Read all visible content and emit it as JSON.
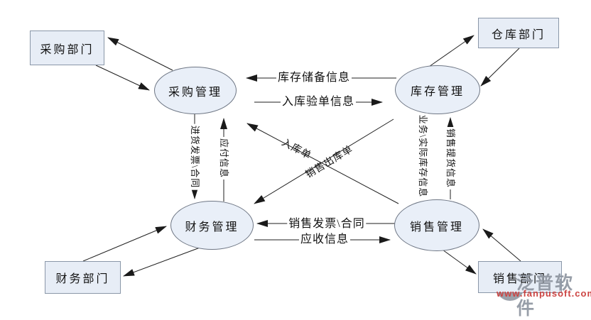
{
  "diagram": {
    "type": "data-flow-diagram",
    "external_entities": [
      {
        "id": "purchasing-dept",
        "label": "采购部门"
      },
      {
        "id": "warehouse-dept",
        "label": "仓库部门"
      },
      {
        "id": "finance-dept",
        "label": "财务部门"
      },
      {
        "id": "sales-dept",
        "label": "销售部门"
      }
    ],
    "processes": [
      {
        "id": "purchasing-mgmt",
        "label": "采购管理"
      },
      {
        "id": "inventory-mgmt",
        "label": "库存管理"
      },
      {
        "id": "finance-mgmt",
        "label": "财务管理"
      },
      {
        "id": "sales-mgmt",
        "label": "销售管理"
      }
    ],
    "flows": [
      {
        "from": "库存管理",
        "to": "采购管理",
        "label": "库存储备信息"
      },
      {
        "from": "采购管理",
        "to": "库存管理",
        "label": "入库验单信息"
      },
      {
        "from": "采购管理",
        "to": "财务管理",
        "label": "进货发票\\合同"
      },
      {
        "from": "财务管理",
        "to": "采购管理",
        "label": "应付信息"
      },
      {
        "from": "库存管理",
        "to": "销售管理",
        "label": "业务\\实际库存信息"
      },
      {
        "from": "销售管理",
        "to": "库存管理",
        "label": "销售提货信息"
      },
      {
        "from": "销售管理",
        "to": "采购管理",
        "label": "入库单"
      },
      {
        "from": "库存管理",
        "to": "财务管理",
        "label": "销售出库单"
      },
      {
        "from": "销售管理",
        "to": "财务管理",
        "label": "销售发票\\合同"
      },
      {
        "from": "财务管理",
        "to": "销售管理",
        "label": "应收信息"
      },
      {
        "from": "采购管理",
        "to": "采购部门",
        "label": ""
      },
      {
        "from": "采购部门",
        "to": "采购管理",
        "label": ""
      },
      {
        "from": "库存管理",
        "to": "仓库部门",
        "label": ""
      },
      {
        "from": "仓库部门",
        "to": "库存管理",
        "label": ""
      },
      {
        "from": "财务部门",
        "to": "财务管理",
        "label": ""
      },
      {
        "from": "财务管理",
        "to": "财务部门",
        "label": ""
      },
      {
        "from": "销售部门",
        "to": "销售管理",
        "label": ""
      },
      {
        "from": "销售管理",
        "to": "销售部门",
        "label": ""
      }
    ]
  },
  "watermark": {
    "brand": "泛普软件",
    "url": "www.fanpusoft.com"
  },
  "colors": {
    "node_fill": "#e8eef7",
    "entity_border": "#8a97a8",
    "process_border": "#6e7684",
    "line": "#1f1f1f",
    "watermark_gray": "#8f96a1",
    "watermark_red": "#cc4442"
  }
}
